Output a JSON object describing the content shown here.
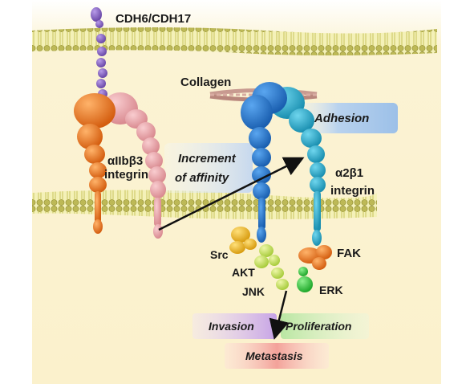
{
  "labels": {
    "cadherin": "CDH6/CDH17",
    "collagen": "Collagen",
    "adhesion": "Adhesion",
    "aiib_line1": "αIIbβ3",
    "aiib_line2": "integrin",
    "increment_line1": "Increment",
    "increment_line2": "of affinity",
    "a2b1_line1": "α2β1",
    "a2b1_line2": "integrin",
    "src": "Src",
    "akt": "AKT",
    "jnk": "JNK",
    "fak": "FAK",
    "erk": "ERK",
    "invasion": "Invasion",
    "proliferation": "Proliferation",
    "metastasis": "Metastasis"
  },
  "colors": {
    "membrane": "#c9c46a",
    "cell_background": "#fbf2cf",
    "cadherin": "#8e6cc8",
    "aiib_alpha": "#e8701e",
    "aiib_beta": "#e9a3a7",
    "a2b1_alpha": "#2e7fd0",
    "a2b1_beta": "#2fb0cf",
    "collagen": "#c89a90",
    "src": "#e8b21e",
    "akt": "#cde36a",
    "fak": "#f08a30",
    "erk": "#3cc63c",
    "adhesion_box": "#b8d2ee",
    "invasion_box": "#c6a2e6",
    "proliferation_box": "#b9e6a2",
    "metastasis_box": "#f3a29a"
  }
}
